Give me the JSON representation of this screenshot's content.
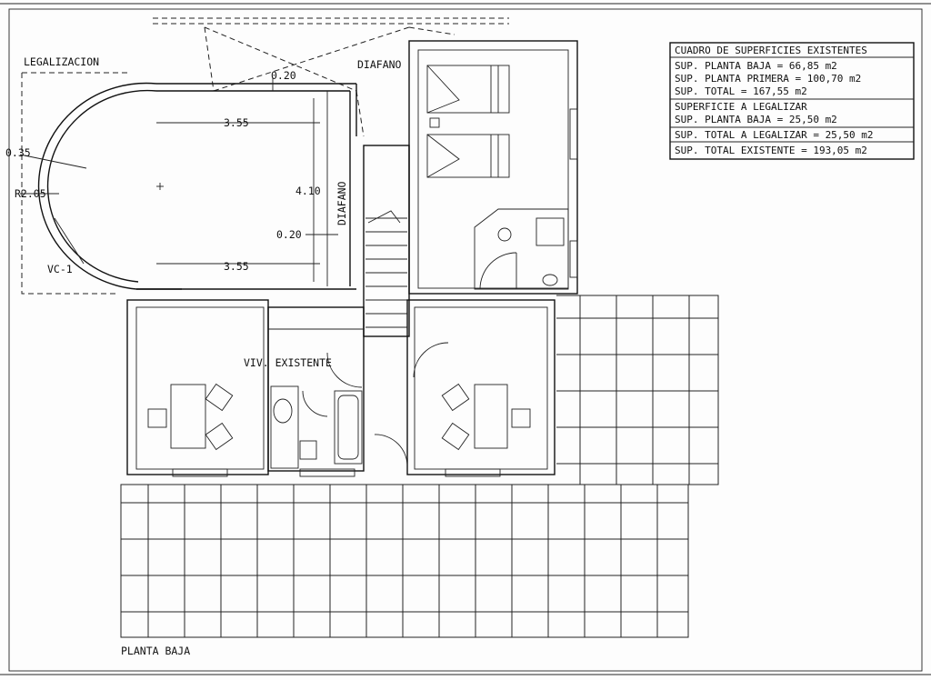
{
  "labels": {
    "legalizacion": "LEGALIZACION",
    "diafano_top": "DIAFANO",
    "diafano_side": "DIAFANO",
    "viv_existente": "VIV. EXISTENTE",
    "vc1": "VC-1",
    "planta_baja": "PLANTA BAJA"
  },
  "dimensions": {
    "d020_top": "0.20",
    "d355_top": "3.55",
    "d355_bottom": "3.55",
    "d410": "4.10",
    "d020_mid": "0.20",
    "d035": "0.35",
    "r205": "R2.05"
  },
  "surface_table": {
    "title": "CUADRO DE SUPERFICIES EXISTENTES",
    "rows": [
      "SUP. PLANTA BAJA = 66,85 m2",
      "SUP. PLANTA PRIMERA = 100,70 m2",
      "SUP. TOTAL = 167,55 m2",
      "SUPERFICIE A LEGALIZAR",
      "SUP. PLANTA BAJA = 25,50 m2",
      "SUP. TOTAL A LEGALIZAR = 25,50 m2",
      "SUP. TOTAL EXISTENTE = 193,05 m2"
    ]
  }
}
